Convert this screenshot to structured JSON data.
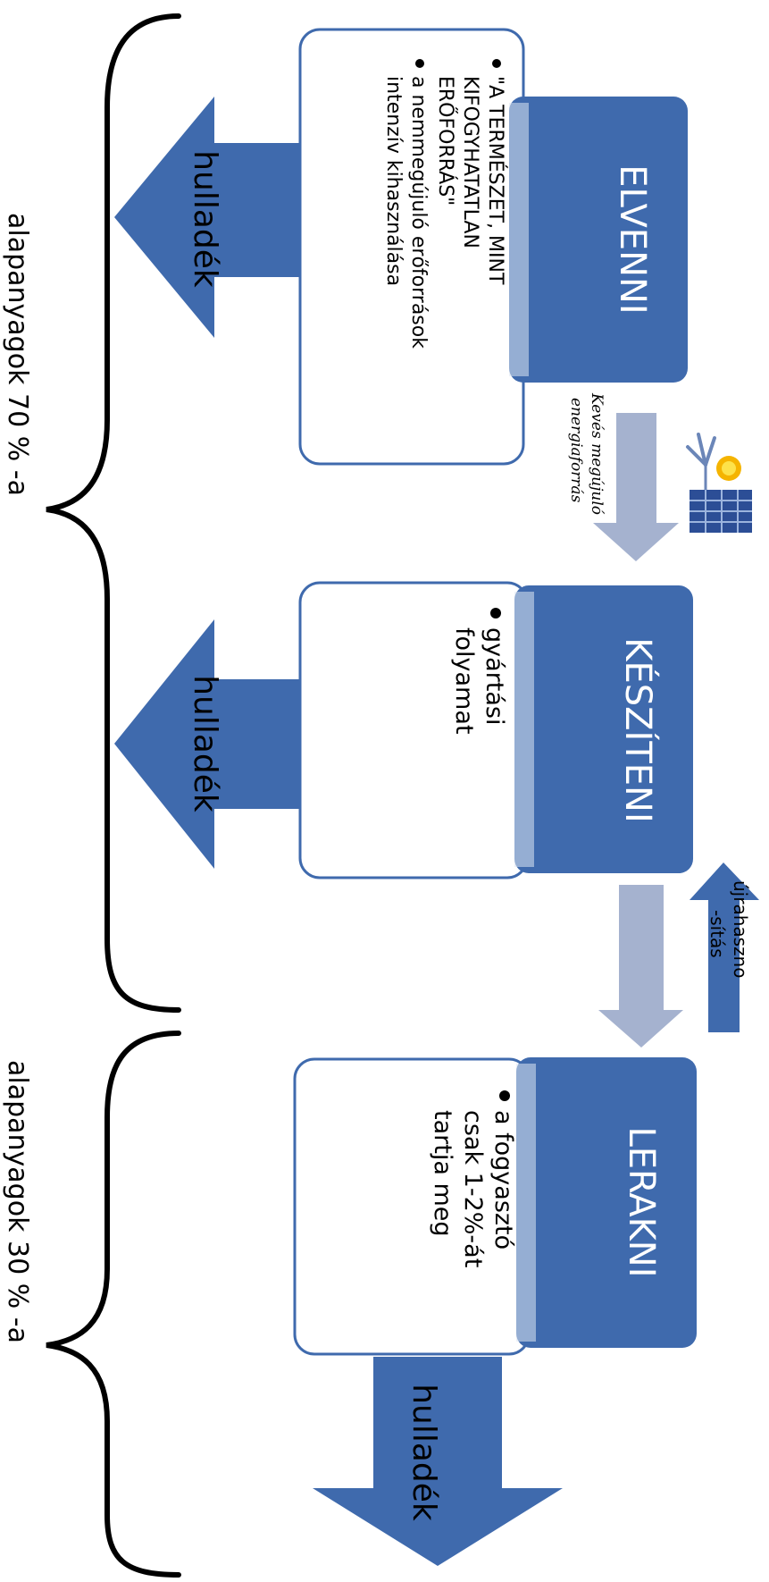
{
  "stages": [
    {
      "title": "ELVENNI",
      "bullets": [
        "\"A TERMÉSZET, MINT",
        "KIFOGYHATATLAN",
        "ERŐFORRÁS\"",
        "a nemmegújuló erőforrások",
        "intenzív kihasználása"
      ]
    },
    {
      "title": "KÉSZÍTENI",
      "bullets": [
        "gyártási",
        "folyamat"
      ]
    },
    {
      "title": "LERAKNI",
      "bullets": [
        "a fogyasztó",
        "csak 1-2%-át",
        "tartja meg"
      ]
    }
  ],
  "waste_label": "hulladék",
  "energy_note": [
    "Kevés megújuló",
    "energiaforrás"
  ],
  "reuse_note": [
    "újrahaszno",
    "-sítás"
  ],
  "braces": [
    {
      "text": "alapanyagok 70 % -a"
    },
    {
      "text": "alapanyagok 30 % -a"
    }
  ],
  "colors": {
    "stage_blue": "#3f6aad",
    "light_arrow": "#a5b2cf",
    "box_border": "#3f6aad",
    "brace": "#000000"
  }
}
